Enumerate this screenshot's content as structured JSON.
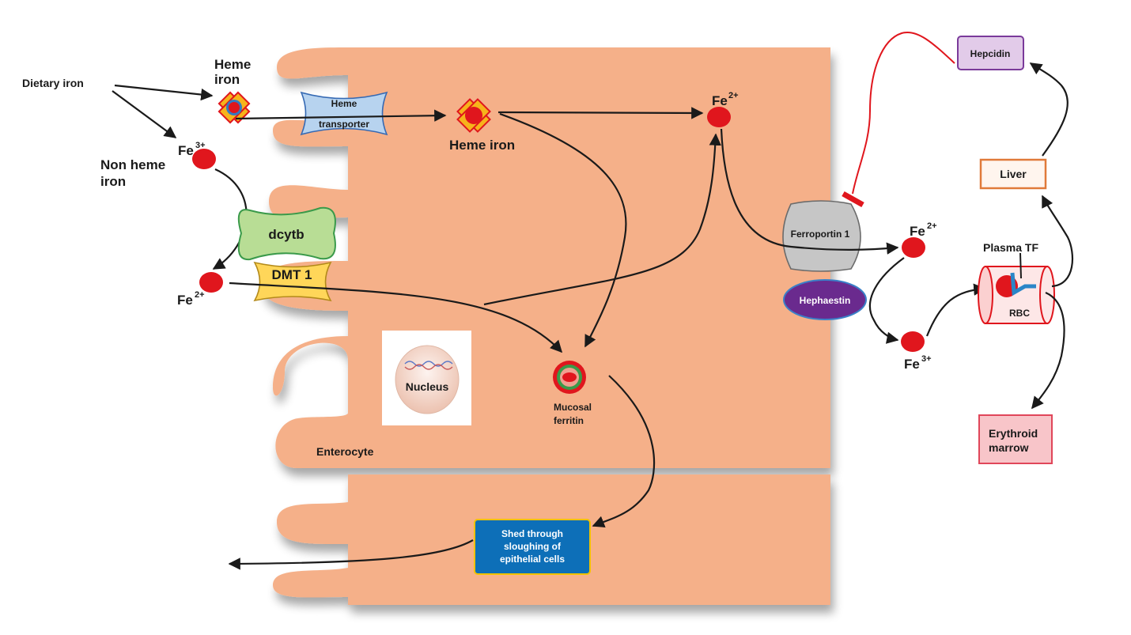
{
  "labels": {
    "dietary_iron": "Dietary iron",
    "heme_iron_top_line1": "Heme",
    "heme_iron_top_line2": "iron",
    "fe3_left": "Fe",
    "fe3_left_sup": "3+",
    "non_heme_line1": "Non heme",
    "non_heme_line2": "iron",
    "heme_transporter_line1": "Heme",
    "heme_transporter_line2": "transporter",
    "heme_iron_mid": "Heme iron",
    "fe2_top": "Fe",
    "fe2_top_sup": "2+",
    "dcytb": "dcytb",
    "dmt1": "DMT 1",
    "fe2_left": "Fe",
    "fe2_left_sup": "2+",
    "nucleus": "Nucleus",
    "mucosal_ferritin_line1": "Mucosal",
    "mucosal_ferritin_line2": "ferritin",
    "enterocyte": "Enterocyte",
    "ferroportin": "Ferroportin 1",
    "hephaestin": "Hephaestin",
    "fe2_right": "Fe",
    "fe2_right_sup": "2+",
    "fe3_right": "Fe",
    "fe3_right_sup": "3+",
    "plasma_tf": "Plasma TF",
    "rbc": "RBC",
    "hepcidin": "Hepcidin",
    "liver": "Liver",
    "erythroid_line1": "Erythroid",
    "erythroid_line2": "marrow",
    "shed_line1": "Shed through",
    "shed_line2": "sloughing of",
    "shed_line3": "epithelial cells"
  },
  "colors": {
    "cell": "#f5b089",
    "iron": "#e0161d",
    "heme_transporter": "#b7d3ef",
    "dcytb": "#b8dd95",
    "dmt1": "#ffd659",
    "ferroportin": "#c6c6c6",
    "hephaestin": "#6a2a8e",
    "hepcidin": "#e2cbe9",
    "liver_border": "#e07a3a",
    "erythroid": "#f8c5c9",
    "shed_box": "#0d6fb8",
    "inhibit": "#e0161d"
  }
}
